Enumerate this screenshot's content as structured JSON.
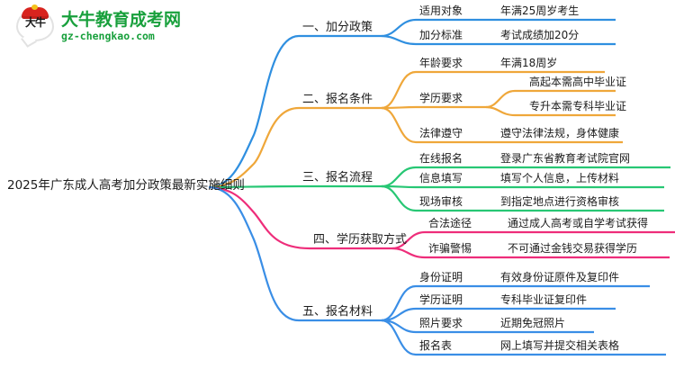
{
  "logo": {
    "icon": "daniu-speech-bubble-logo",
    "title": "大牛教育成考网",
    "domain": "gz-chengkao.com",
    "brand_color": "#18a03c",
    "hat_color": "#d8241f",
    "mark_text": "大牛"
  },
  "mindmap": {
    "root": "2025年广东成人高考加分政策最新实施细则",
    "branches": [
      {
        "label": "一、加分政策",
        "color": "#2f8fe0",
        "children": [
          {
            "label": "适用对象",
            "children": [
              {
                "label": "年满25周岁考生"
              }
            ]
          },
          {
            "label": "加分标准",
            "children": [
              {
                "label": "考试成绩加20分"
              }
            ]
          }
        ]
      },
      {
        "label": "二、报名条件",
        "color": "#efa73a",
        "children": [
          {
            "label": "年龄要求",
            "children": [
              {
                "label": "年满18周岁"
              }
            ]
          },
          {
            "label": "学历要求",
            "children": [
              {
                "label": "高起本需高中毕业证"
              },
              {
                "label": "专升本需专科毕业证"
              }
            ]
          },
          {
            "label": "法律遵守",
            "children": [
              {
                "label": "遵守法律法规，身体健康"
              }
            ]
          }
        ]
      },
      {
        "label": "三、报名流程",
        "color": "#27c774",
        "children": [
          {
            "label": "在线报名",
            "children": [
              {
                "label": "登录广东省教育考试院官网"
              }
            ]
          },
          {
            "label": "信息填写",
            "children": [
              {
                "label": "填写个人信息，上传材料"
              }
            ]
          },
          {
            "label": "现场审核",
            "children": [
              {
                "label": "到指定地点进行资格审核"
              }
            ]
          }
        ]
      },
      {
        "label": "四、学历获取方式",
        "color": "#ee2d7a",
        "children": [
          {
            "label": "合法途径",
            "children": [
              {
                "label": "通过成人高考或自学考试获得"
              }
            ]
          },
          {
            "label": "诈骗警惕",
            "children": [
              {
                "label": "不可通过金钱交易获得学历"
              }
            ]
          }
        ]
      },
      {
        "label": "五、报名材料",
        "color": "#3a8ee6",
        "children": [
          {
            "label": "身份证明",
            "children": [
              {
                "label": "有效身份证原件及复印件"
              }
            ]
          },
          {
            "label": "学历证明",
            "children": [
              {
                "label": "专科毕业证复印件"
              }
            ]
          },
          {
            "label": "照片要求",
            "children": [
              {
                "label": "近期免冠照片"
              }
            ]
          },
          {
            "label": "报名表",
            "children": [
              {
                "label": "网上填写并提交相关表格"
              }
            ]
          }
        ]
      }
    ]
  }
}
